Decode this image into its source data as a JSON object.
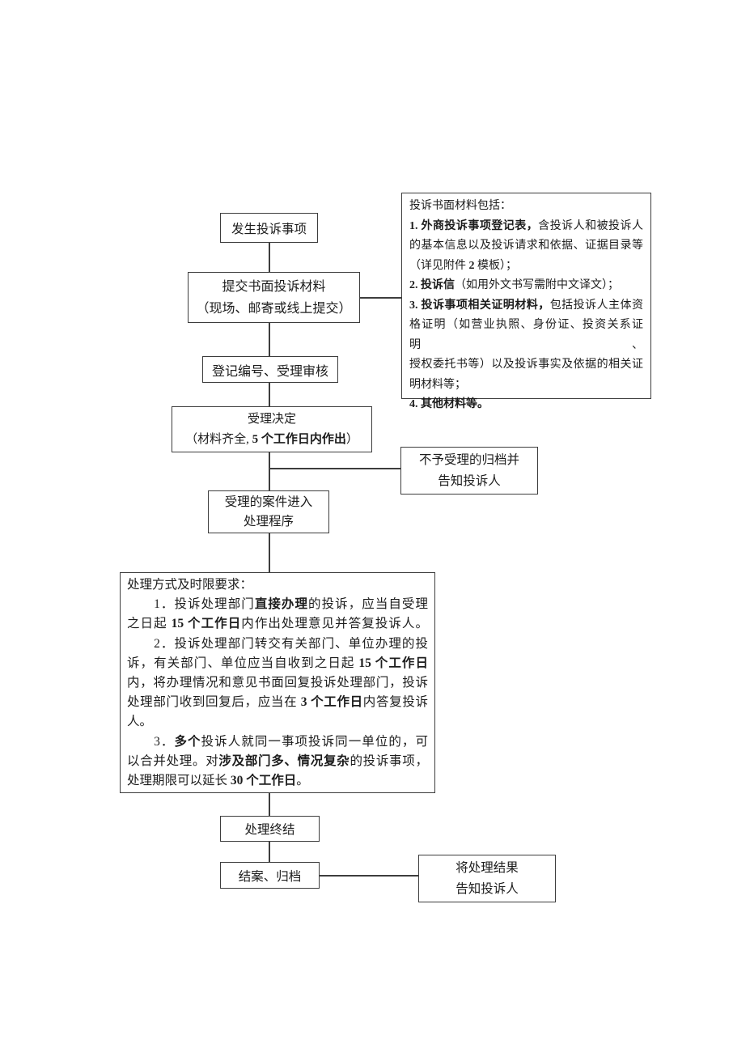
{
  "colors": {
    "background": "#ffffff",
    "line": "#3d3d3d",
    "text": "#1c1c1c"
  },
  "nodes": {
    "occur": {
      "lines": [
        [
          {
            "t": "发生投诉事项"
          }
        ]
      ]
    },
    "submit": {
      "lines": [
        [
          {
            "t": "提交书面投诉材料"
          }
        ],
        [
          {
            "t": "（现场、邮寄或线上提交）"
          }
        ]
      ]
    },
    "register": {
      "lines": [
        [
          {
            "t": "登记编号、受理审核"
          }
        ]
      ]
    },
    "decision": {
      "lines": [
        [
          {
            "t": "受理决定"
          }
        ],
        [
          {
            "t": "（材料齐全,"
          },
          {
            "t": " 5 个工作日内作出",
            "b": true
          },
          {
            "t": "）"
          }
        ]
      ]
    },
    "reject": {
      "lines": [
        [
          {
            "t": "不予受理的归档并"
          }
        ],
        [
          {
            "t": "告知投诉人"
          }
        ]
      ]
    },
    "accepted": {
      "lines": [
        [
          {
            "t": "受理的案件进入"
          }
        ],
        [
          {
            "t": "处理程序"
          }
        ]
      ]
    },
    "handling": {
      "lines": [
        [
          {
            "t": "处理方式及时限要求："
          }
        ],
        [
          {
            "t": "　　1．投诉处理部门"
          },
          {
            "t": "直接办理",
            "b": true
          },
          {
            "t": "的投诉，应当自受理"
          }
        ],
        [
          {
            "t": "之日起 "
          },
          {
            "t": "15 个工作日",
            "b": true
          },
          {
            "t": "内作出处理意见并答复投诉人。"
          }
        ],
        [
          {
            "t": "　　2．投诉处理部门转交有关部门、单位办理的投"
          }
        ],
        [
          {
            "t": "诉，有关部门、单位应当自收到之日起 "
          },
          {
            "t": "15 个工作日",
            "b": true
          }
        ],
        [
          {
            "t": "内，将办理情况和意见书面回复投诉处理部门，投诉"
          }
        ],
        [
          {
            "t": "处理部门收到回复后，应当在 "
          },
          {
            "t": "3 个工作日",
            "b": true
          },
          {
            "t": "内答复投诉"
          }
        ],
        [
          {
            "t": "人。"
          }
        ],
        [
          {
            "t": "　　3．"
          },
          {
            "t": "多个",
            "b": true
          },
          {
            "t": "投诉人就同一事项投诉同一单位的，可"
          }
        ],
        [
          {
            "t": "以合并处理。对"
          },
          {
            "t": "涉及部门多、情况复杂",
            "b": true
          },
          {
            "t": "的投诉事项，"
          }
        ],
        [
          {
            "t": "处理期限可以延长 "
          },
          {
            "t": "30 个工作日",
            "b": true
          },
          {
            "t": "。"
          }
        ]
      ]
    },
    "finish": {
      "lines": [
        [
          {
            "t": "处理终结"
          }
        ]
      ]
    },
    "close": {
      "lines": [
        [
          {
            "t": "结案、归档"
          }
        ]
      ]
    },
    "notify": {
      "lines": [
        [
          {
            "t": "将处理结果"
          }
        ],
        [
          {
            "t": "告知投诉人"
          }
        ]
      ]
    },
    "materials": {
      "lines": [
        [
          {
            "t": "投诉书面材料包括："
          }
        ],
        [
          {
            "t": "1. 外商投诉事项登记表，",
            "b": true
          },
          {
            "t": "含投诉人和被投诉人"
          }
        ],
        [
          {
            "t": "的基本信息以及投诉请求和依据、证据目录等"
          }
        ],
        [
          {
            "t": "（详见附件 "
          },
          {
            "t": "2",
            "b": true
          },
          {
            "t": " 模板）；"
          }
        ],
        [
          {
            "t": "2. 投诉信",
            "b": true
          },
          {
            "t": "（如用外文书写需附中文译文）；"
          }
        ],
        [
          {
            "t": "3. 投诉事项相关证明材料，",
            "b": true
          },
          {
            "t": "包括投诉人主体资"
          }
        ],
        [
          {
            "t": "格证明（如营业执照、身份证、投资关系证明、"
          }
        ],
        [
          {
            "t": "授权委托书等）以及投诉事实及依据的相关证"
          }
        ],
        [
          {
            "t": "明材料等；"
          }
        ],
        [
          {
            "t": "4. 其他材料等。",
            "b": true
          }
        ]
      ]
    }
  }
}
